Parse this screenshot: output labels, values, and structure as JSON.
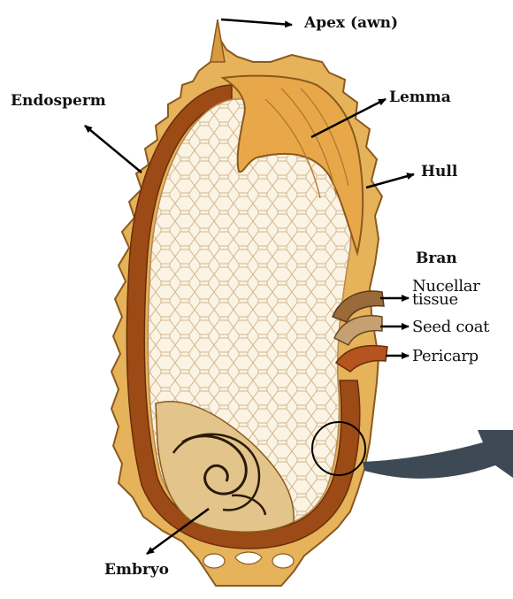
{
  "diagram": {
    "labels": {
      "apex": "Apex (awn)",
      "endosperm": "Endosperm",
      "lemma": "Lemma",
      "hull": "Hull",
      "bran": "Bran",
      "nucellar_line1": "Nucellar",
      "nucellar_line2": "tissue",
      "seed_coat": "Seed coat",
      "pericarp": "Pericarp",
      "embryo": "Embryo"
    },
    "colors": {
      "hull": "#E6B25A",
      "hull_edge": "#8A5A1C",
      "bran_band": "#9C4A16",
      "endosperm": "#FBF3E3",
      "cell_line": "#D2B78E",
      "embryo": "#E3C48A",
      "pointer": "#3D4A55"
    }
  }
}
